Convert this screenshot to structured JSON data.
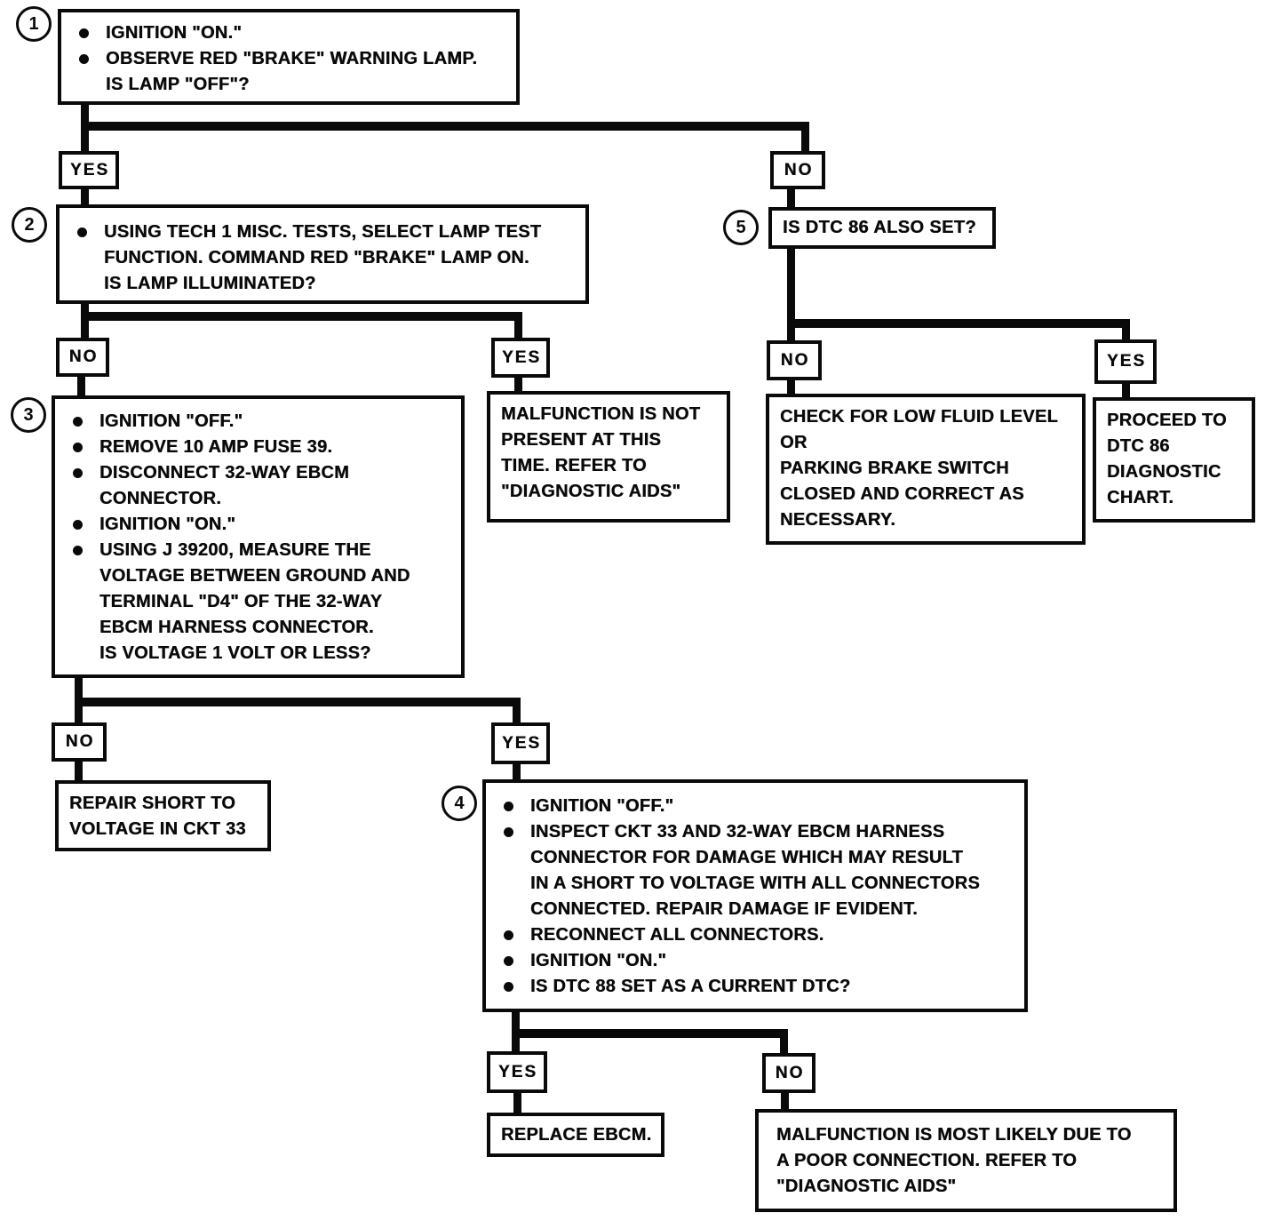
{
  "page": {
    "background_color": "#ffffff",
    "ink_color": "#0a0a0a",
    "description": "Automotive diagnostic trouble code flowchart"
  },
  "labels": {
    "yes": "YES",
    "no": "NO"
  },
  "steps": {
    "s1": {
      "number": "1",
      "bullets": [
        "IGNITION \"ON.\"",
        "OBSERVE RED \"BRAKE\" WARNING LAMP.\nIS LAMP \"OFF\"?"
      ]
    },
    "s2": {
      "number": "2",
      "bullets": [
        "USING TECH 1 MISC. TESTS, SELECT LAMP TEST\nFUNCTION. COMMAND RED \"BRAKE\" LAMP ON.\nIS LAMP ILLUMINATED?"
      ]
    },
    "s3": {
      "number": "3",
      "bullets": [
        "IGNITION \"OFF.\"",
        "REMOVE 10 AMP FUSE 39.",
        "DISCONNECT 32-WAY EBCM\nCONNECTOR.",
        "IGNITION \"ON.\"",
        "USING J 39200, MEASURE THE\nVOLTAGE BETWEEN GROUND AND\nTERMINAL \"D4\" OF THE 32-WAY\nEBCM HARNESS CONNECTOR.\nIS VOLTAGE 1 VOLT OR LESS?"
      ]
    },
    "s4": {
      "number": "4",
      "bullets": [
        "IGNITION \"OFF.\"",
        "INSPECT CKT 33 AND 32-WAY EBCM HARNESS\nCONNECTOR FOR DAMAGE WHICH MAY RESULT\nIN A SHORT TO VOLTAGE WITH ALL CONNECTORS\nCONNECTED. REPAIR DAMAGE IF EVIDENT.",
        "RECONNECT ALL CONNECTORS.",
        "IGNITION \"ON.\"",
        "IS DTC 88 SET AS A CURRENT DTC?"
      ]
    },
    "s5": {
      "number": "5",
      "question": "IS DTC 86 ALSO SET?"
    }
  },
  "terminals": {
    "malfunction_not_present": "MALFUNCTION IS NOT\nPRESENT AT THIS\nTIME. REFER TO\n\"DIAGNOSTIC AIDS\"",
    "check_fluid": "CHECK FOR LOW FLUID LEVEL\nOR\nPARKING BRAKE SWITCH\nCLOSED AND CORRECT AS\nNECESSARY.",
    "proceed_dtc86": "PROCEED TO\nDTC 86\nDIAGNOSTIC\nCHART.",
    "repair_short": "REPAIR SHORT TO\nVOLTAGE IN CKT 33",
    "replace_ebcm": "REPLACE EBCM.",
    "malfunction_poor_connection": "MALFUNCTION IS MOST LIKELY DUE TO\nA POOR CONNECTION. REFER TO\n\"DIAGNOSTIC AIDS\""
  }
}
